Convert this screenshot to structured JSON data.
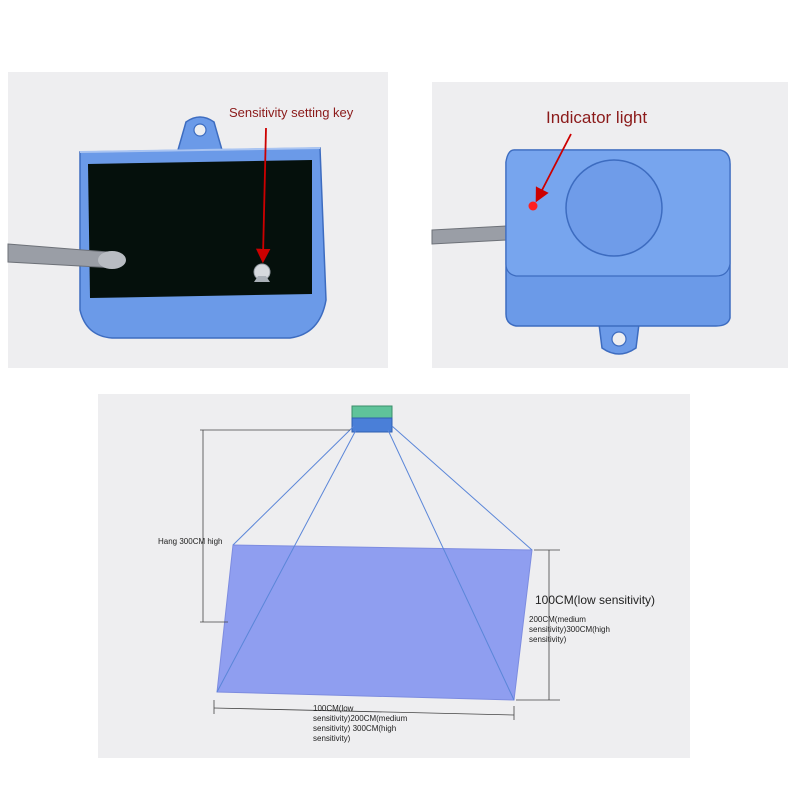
{
  "panels": {
    "top_left": {
      "label": "Sensitivity setting key"
    },
    "top_right": {
      "label": "Indicator light"
    },
    "bottom": {
      "height_label": "Hang 300CM high",
      "side_label_main": "100CM(low sensitivity)",
      "side_label_rest": "200CM(medium sensitivity)300CM(high sensitivity)",
      "bottom_label": "100CM(low sensitivity)200CM(medium sensitivity) 300CM(high sensitivity)"
    }
  },
  "colors": {
    "device_blue": "#6b9ae8",
    "device_outline": "#3d6cc0",
    "annotation_red": "#cc0000",
    "label_red": "#8b1a1a",
    "coverage_fill": "#8f9ef0",
    "sensor_green": "#5fc39a"
  }
}
